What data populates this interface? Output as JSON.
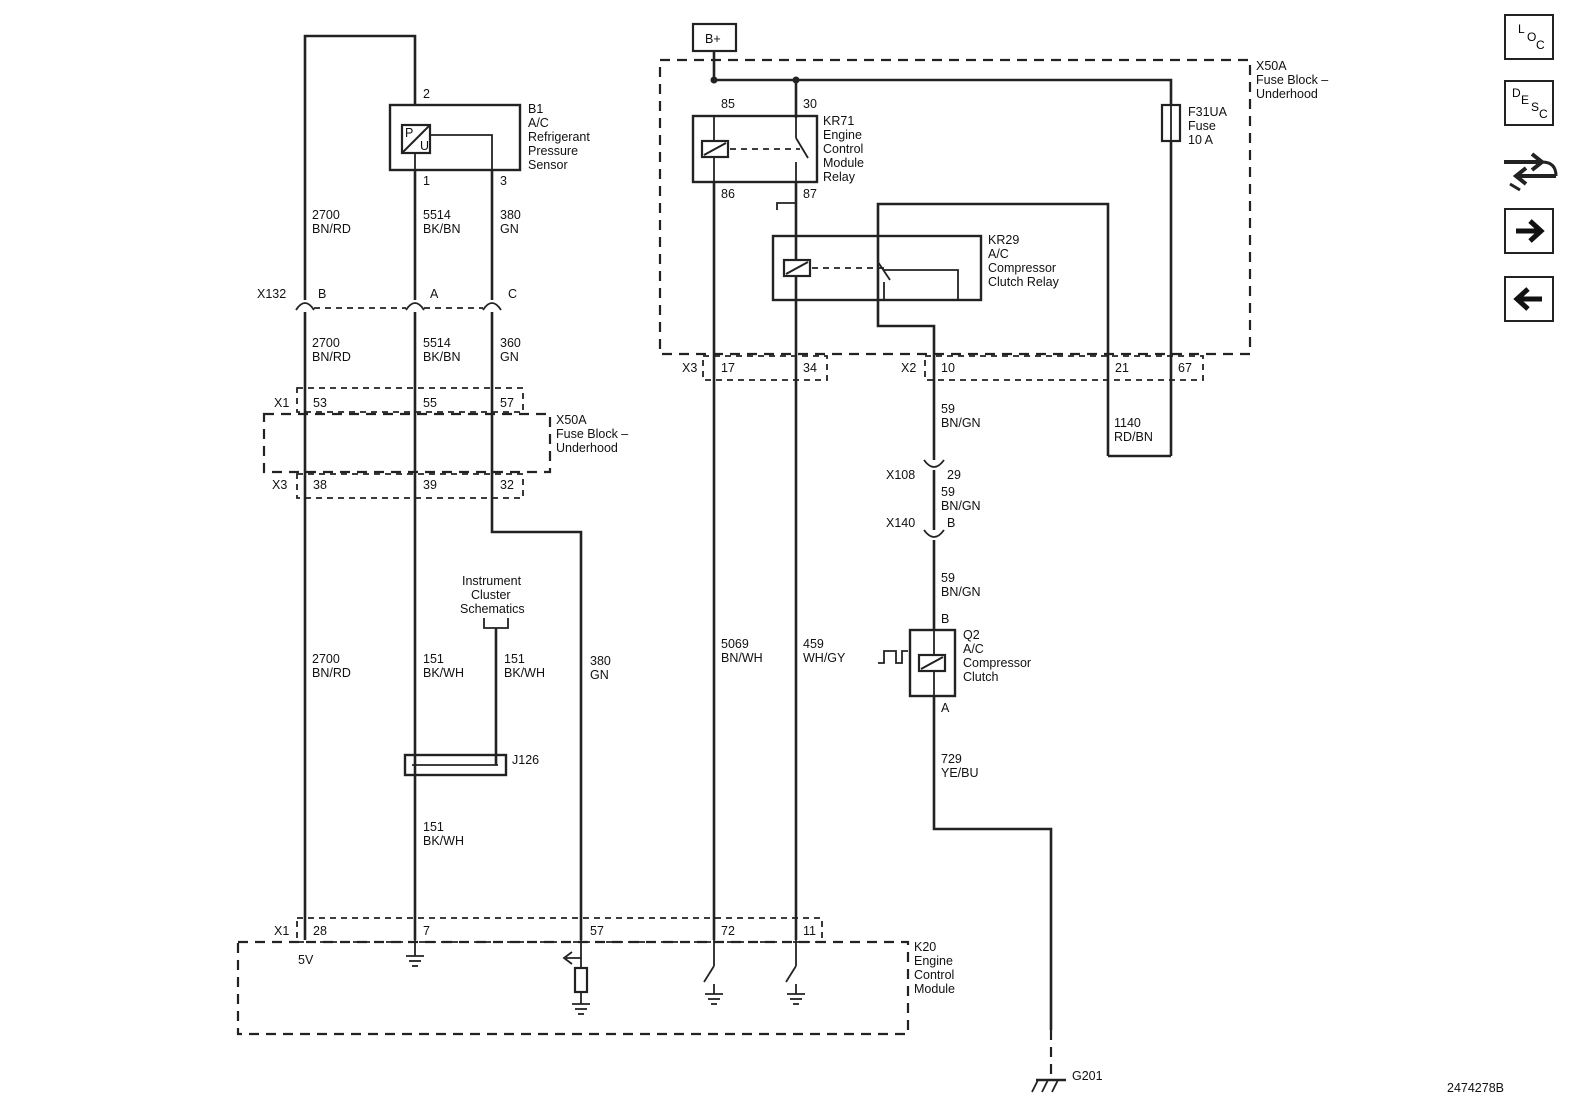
{
  "nav": {
    "loc_label": [
      "L",
      "O",
      "C"
    ],
    "desc_label": [
      "D",
      "E",
      "S",
      "C"
    ],
    "next_icon": "arrow-right-icon",
    "prev_icon": "arrow-left-icon",
    "swap_icon": "wiring-swap-icon"
  },
  "figure_id": "2474278B",
  "battery": "B+",
  "components": {
    "b1": [
      "B1",
      "A/C",
      "Refrigerant",
      "Pressure",
      "Sensor"
    ],
    "b1_sensor_letters": [
      "P",
      "U"
    ],
    "kr71": [
      "KR71",
      "Engine",
      "Control",
      "Module",
      "Relay"
    ],
    "kr29": [
      "KR29",
      "A/C",
      "Compressor",
      "Clutch Relay"
    ],
    "fuse": [
      "F31UA",
      "Fuse",
      "10 A"
    ],
    "x50a_right": [
      "X50A",
      "Fuse Block –",
      "Underhood"
    ],
    "x50a_left": [
      "X50A",
      "Fuse Block –",
      "Underhood"
    ],
    "q2": [
      "Q2",
      "A/C",
      "Compressor",
      "Clutch"
    ],
    "k20": [
      "K20",
      "Engine",
      "Control",
      "Module"
    ],
    "instrument": [
      "Instrument",
      "Cluster",
      "Schematics"
    ],
    "j126": "J126",
    "g201": "G201",
    "five_v": "5V"
  },
  "connectors": {
    "x132": "X132",
    "x132_b": "B",
    "x132_a": "A",
    "x132_c": "C",
    "x1_top": "X1",
    "x1_top_pins": [
      "53",
      "55",
      "57"
    ],
    "x3_left": "X3",
    "x3_left_pins": [
      "38",
      "39",
      "32"
    ],
    "x3_right": "X3",
    "x3_right_pins": [
      "17",
      "34"
    ],
    "x2": "X2",
    "x2_pins": [
      "10",
      "21",
      "67"
    ],
    "x108": "X108",
    "x108_pin": "29",
    "x140": "X140",
    "x140_pin": "B",
    "x1_bot": "X1",
    "x1_bot_pins": [
      "28",
      "7",
      "57",
      "72",
      "11"
    ],
    "b1_pins": [
      "2",
      "1",
      "3"
    ],
    "kr71_pins": [
      "85",
      "30",
      "86",
      "87"
    ],
    "q2_pins": [
      "B",
      "A"
    ]
  },
  "wires": {
    "w2700_top": [
      "2700",
      "BN/RD"
    ],
    "w5514_top": [
      "5514",
      "BK/BN"
    ],
    "w380_top": [
      "380",
      "GN"
    ],
    "w2700_mid": [
      "2700",
      "BN/RD"
    ],
    "w5514_mid": [
      "5514",
      "BK/BN"
    ],
    "w360_mid": [
      "360",
      "GN"
    ],
    "w2700_low": [
      "2700",
      "BN/RD"
    ],
    "w151_a": [
      "151",
      "BK/WH"
    ],
    "w151_b": [
      "151",
      "BK/WH"
    ],
    "w380_low": [
      "380",
      "GN"
    ],
    "w151_c": [
      "151",
      "BK/WH"
    ],
    "w5069": [
      "5069",
      "BN/WH"
    ],
    "w459": [
      "459",
      "WH/GY"
    ],
    "w59_a": [
      "59",
      "BN/GN"
    ],
    "w59_b": [
      "59",
      "BN/GN"
    ],
    "w59_c": [
      "59",
      "BN/GN"
    ],
    "w729": [
      "729",
      "YE/BU"
    ],
    "w1140": [
      "1140",
      "RD/BN"
    ]
  }
}
